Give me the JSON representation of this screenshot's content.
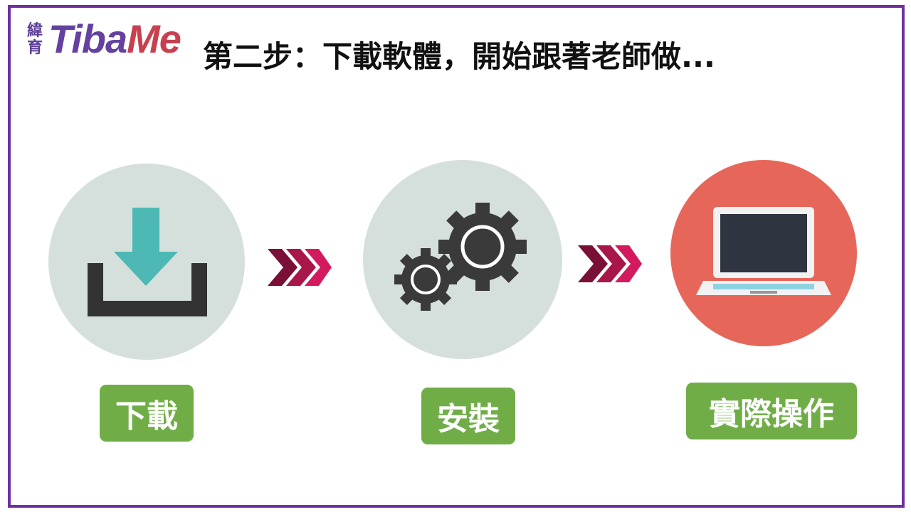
{
  "logo": {
    "chinese": "緯育",
    "brand_part1": "Tiba",
    "brand_part2": "Me"
  },
  "title": "第二步：下載軟體，開始跟著老師做...",
  "steps": [
    {
      "label": "下載",
      "icon": "download-icon"
    },
    {
      "label": "安裝",
      "icon": "gears-icon"
    },
    {
      "label": "實際操作",
      "icon": "laptop-icon"
    }
  ],
  "colors": {
    "frame": "#7030A0",
    "label_bg": "#70AD47",
    "circle_gray": "#D5E0DC",
    "circle_red": "#E6675A",
    "arrow": "#C8185A"
  }
}
